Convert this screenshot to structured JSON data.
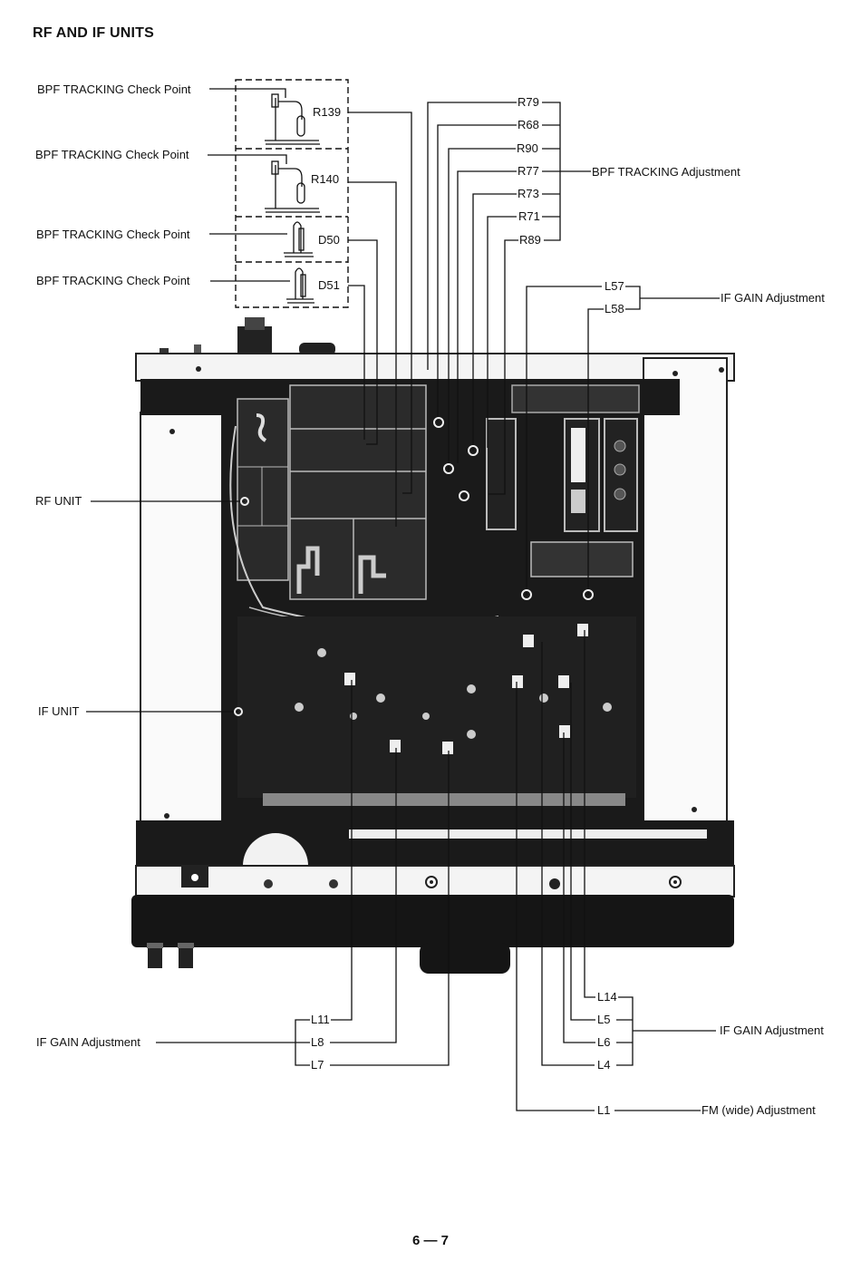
{
  "page": {
    "title": "RF AND IF UNITS",
    "page_number": "6 — 7"
  },
  "check_points": [
    {
      "label": "BPF TRACKING Check Point",
      "ref": "R139"
    },
    {
      "label": "BPF TRACKING Check Point",
      "ref": "R140"
    },
    {
      "label": "BPF TRACKING Check Point",
      "ref": "D50"
    },
    {
      "label": "BPF TRACKING Check Point",
      "ref": "D51"
    }
  ],
  "bpf_tracking_group": {
    "refs": [
      "R79",
      "R68",
      "R90",
      "R77",
      "R73",
      "R71",
      "R89"
    ],
    "label": "BPF TRACKING Adjustment"
  },
  "if_gain_top_group": {
    "refs": [
      "L57",
      "L58"
    ],
    "label": "IF GAIN Adjustment"
  },
  "unit_labels": {
    "rf_unit": "RF UNIT",
    "if_unit": "IF UNIT"
  },
  "if_gain_left_group": {
    "refs": [
      "L11",
      "L8",
      "L7"
    ],
    "label": "IF GAIN Adjustment"
  },
  "if_gain_right_group": {
    "refs": [
      "L14",
      "L5",
      "L6",
      "L4"
    ],
    "label": "IF GAIN Adjustment"
  },
  "fm_wide_group": {
    "refs": [
      "L1"
    ],
    "label": "FM (wide) Adjustment"
  }
}
